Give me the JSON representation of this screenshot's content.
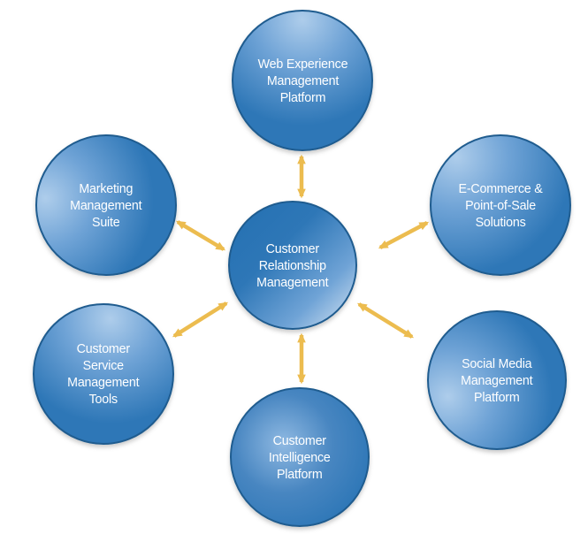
{
  "colors": {
    "node_fill": "#2E77B7",
    "node_fill_light": "#AECDEB",
    "node_border": "#1F5C8F",
    "arrow": "#ECBC4F",
    "label_text": "#FFFFFF",
    "background": "#FFFFFF"
  },
  "diagram": {
    "type": "hub-and-spoke",
    "center": {
      "id": "crm",
      "label": "Customer\nRelationship\nManagement"
    },
    "nodes": [
      {
        "id": "web-experience",
        "position": "top",
        "label": "Web Experience\nManagement\nPlatform"
      },
      {
        "id": "ecommerce-pos",
        "position": "top-right",
        "label": "E-Commerce &\nPoint-of-Sale\nSolutions"
      },
      {
        "id": "social-media",
        "position": "bottom-right",
        "label": "Social Media\nManagement\nPlatform"
      },
      {
        "id": "customer-intelligence",
        "position": "bottom",
        "label": "Customer\nIntelligence\nPlatform"
      },
      {
        "id": "customer-service",
        "position": "bottom-left",
        "label": "Customer\nService\nManagement\nTools"
      },
      {
        "id": "marketing",
        "position": "top-left",
        "label": "Marketing\nManagement\nSuite"
      }
    ],
    "connections": [
      {
        "from": "crm",
        "to": "web-experience",
        "style": "double-arrow"
      },
      {
        "from": "crm",
        "to": "ecommerce-pos",
        "style": "double-arrow"
      },
      {
        "from": "crm",
        "to": "social-media",
        "style": "double-arrow"
      },
      {
        "from": "crm",
        "to": "customer-intelligence",
        "style": "double-arrow"
      },
      {
        "from": "crm",
        "to": "customer-service",
        "style": "double-arrow"
      },
      {
        "from": "crm",
        "to": "marketing",
        "style": "double-arrow"
      }
    ]
  }
}
